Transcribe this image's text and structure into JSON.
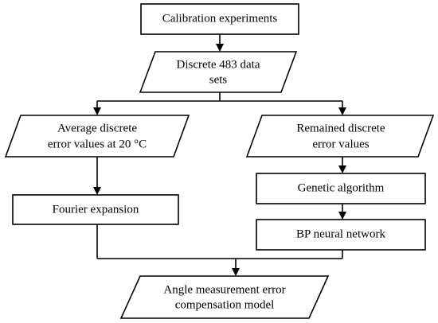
{
  "nodes": {
    "calibration": {
      "label": "Calibration experiments",
      "shape": "rectangle"
    },
    "discrete_data": {
      "lines": [
        "Discrete 483 data",
        "sets"
      ],
      "shape": "parallelogram"
    },
    "average_error": {
      "lines": [
        "Average discrete",
        "error values at 20 °C"
      ],
      "shape": "parallelogram"
    },
    "remained_error": {
      "lines": [
        "Remained discrete",
        "error values"
      ],
      "shape": "parallelogram"
    },
    "fourier": {
      "label": "Fourier expansion",
      "shape": "rectangle"
    },
    "genetic": {
      "label": "Genetic algorithm",
      "shape": "rectangle"
    },
    "bp_network": {
      "label": "BP neural network",
      "shape": "rectangle"
    },
    "compensation_model": {
      "lines": [
        "Angle measurement error",
        "compensation model"
      ],
      "shape": "parallelogram"
    }
  },
  "colors": {
    "stroke": "#000000",
    "fill": "#ffffff",
    "text": "#000000"
  }
}
